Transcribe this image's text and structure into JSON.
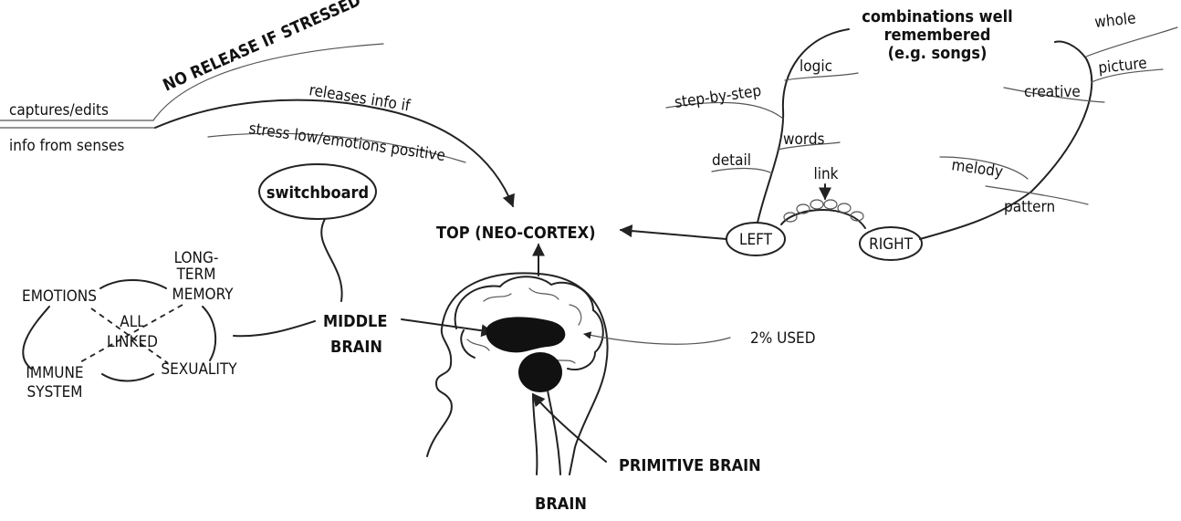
{
  "labels": {
    "captures_edits": "captures/edits",
    "info_from_senses": "info from senses",
    "no_release": "NO RELEASE IF STRESSED",
    "releases_info": "releases info if",
    "stress_low": "stress low/emotions positive",
    "switchboard": "switchboard",
    "top_neocortex": "TOP (NEO-CORTEX)",
    "long_term_memory_1": "LONG-",
    "long_term_memory_2": "TERM",
    "long_term_memory_3": "MEMORY",
    "emotions": "EMOTIONS",
    "all": "ALL",
    "linked": "LINKED",
    "immune_1": "IMMUNE",
    "immune_2": "SYSTEM",
    "sexuality": "SEXUALITY",
    "middle_1": "MIDDLE",
    "middle_2": "BRAIN",
    "primitive_brain": "PRIMITIVE BRAIN",
    "brain": "BRAIN",
    "two_percent": "2% USED",
    "left": "LEFT",
    "right": "RIGHT",
    "link": "link",
    "logic": "logic",
    "step_by_step": "step-by-step",
    "words": "words",
    "detail": "detail",
    "combinations_1": "combinations well",
    "combinations_2": "remembered",
    "combinations_3": "(e.g. songs)",
    "whole": "whole",
    "picture": "picture",
    "creative": "creative",
    "melody": "melody",
    "pattern": "pattern"
  }
}
